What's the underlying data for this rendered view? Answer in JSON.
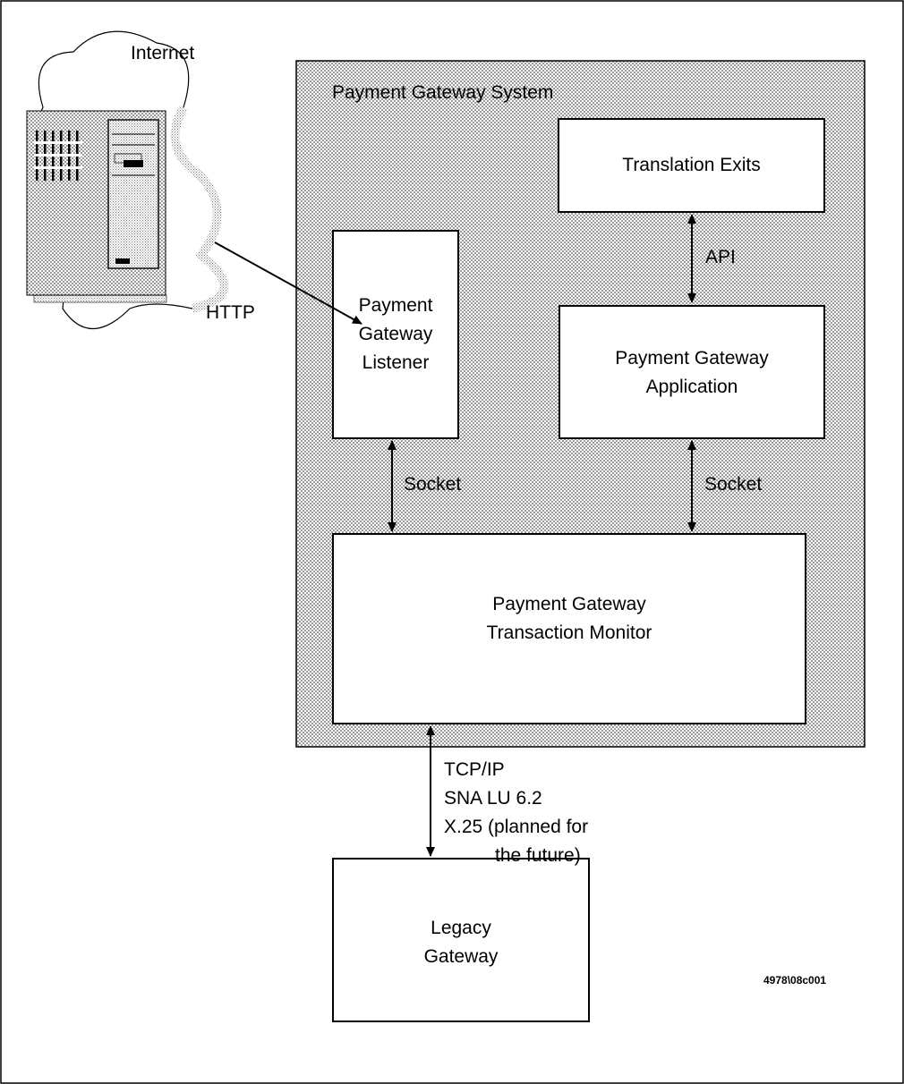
{
  "cloud": {
    "label": "Internet"
  },
  "system": {
    "label": "Payment Gateway System"
  },
  "boxes": {
    "translation_exits": "Translation Exits",
    "listener": [
      "Payment",
      "Gateway",
      "Listener"
    ],
    "application": [
      "Payment Gateway",
      "Application"
    ],
    "monitor": [
      "Payment Gateway",
      "Transaction Monitor"
    ],
    "legacy": [
      "Legacy",
      "Gateway"
    ]
  },
  "connections": {
    "http": "HTTP",
    "api": "API",
    "socket_left": "Socket",
    "socket_right": "Socket",
    "protocols": [
      "TCP/IP",
      "SNA LU 6.2",
      "X.25 (planned for",
      "the future)"
    ]
  },
  "figure_id": "4978\\08c001",
  "colors": {
    "stroke": "#000000",
    "stipple_fill": "#d9d9d9",
    "box_fill": "#ffffff"
  },
  "icons": [
    "server-computer-icon"
  ]
}
